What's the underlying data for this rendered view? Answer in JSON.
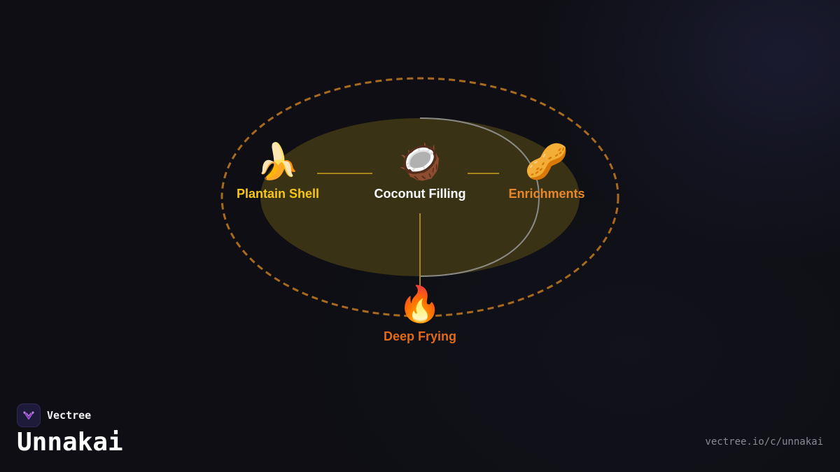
{
  "brand": {
    "name": "Vectree",
    "logo_icon": "vectree-logo-icon"
  },
  "page": {
    "title": "Unnakai",
    "url": "vectree.io/c/unnakai"
  },
  "diagram": {
    "nodes": [
      {
        "id": "plantain-shell",
        "label": "Plantain Shell",
        "emoji": "🍌",
        "icon": "banana-icon",
        "color": "#f5c518"
      },
      {
        "id": "coconut-filling",
        "label": "Coconut Filling",
        "emoji": "🥥",
        "icon": "coconut-icon",
        "color": "#ffffff"
      },
      {
        "id": "enrichments",
        "label": "Enrichments",
        "emoji": "🥜",
        "icon": "peanut-icon",
        "color": "#e8862a"
      },
      {
        "id": "deep-frying",
        "label": "Deep Frying",
        "emoji": "🔥",
        "icon": "fire-icon",
        "color": "#e06a1a"
      }
    ],
    "colors": {
      "outer_ring": "#a86a1e",
      "inner_fill": "#3a3214",
      "connector": "#a8841e",
      "arc": "#8a8a86"
    }
  }
}
